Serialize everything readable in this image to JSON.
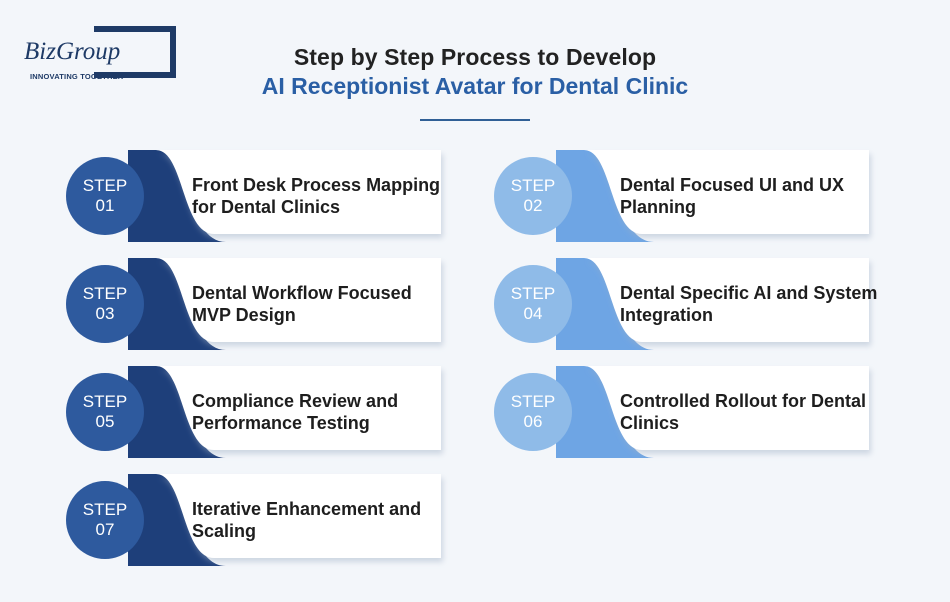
{
  "brand": {
    "name": "BizGroup",
    "tagline": "INNOVATING TOGETHER"
  },
  "header": {
    "title_line1": "Step by Step Process to Develop",
    "title_line2": "AI Receptionist Avatar for Dental Clinic"
  },
  "colors": {
    "dark_circle": "#2e5a9e",
    "dark_swoosh": "#1e3f7a",
    "light_circle": "#8fbbe8",
    "light_swoosh": "#6ea5e4",
    "title_accent": "#2a5fa5"
  },
  "steps": [
    {
      "label": "STEP",
      "number": "01",
      "title": "Front Desk Process Mapping for Dental Clinics",
      "theme": "dark"
    },
    {
      "label": "STEP",
      "number": "02",
      "title": "Dental Focused UI and UX Planning",
      "theme": "light"
    },
    {
      "label": "STEP",
      "number": "03",
      "title": "Dental Workflow Focused MVP Design",
      "theme": "dark"
    },
    {
      "label": "STEP",
      "number": "04",
      "title": "Dental Specific AI and System Integration",
      "theme": "light"
    },
    {
      "label": "STEP",
      "number": "05",
      "title": "Compliance Review and Performance Testing",
      "theme": "dark"
    },
    {
      "label": "STEP",
      "number": "06",
      "title": "Controlled Rollout for Dental Clinics",
      "theme": "light"
    },
    {
      "label": "STEP",
      "number": "07",
      "title": "Iterative Enhancement and Scaling",
      "theme": "dark"
    }
  ]
}
